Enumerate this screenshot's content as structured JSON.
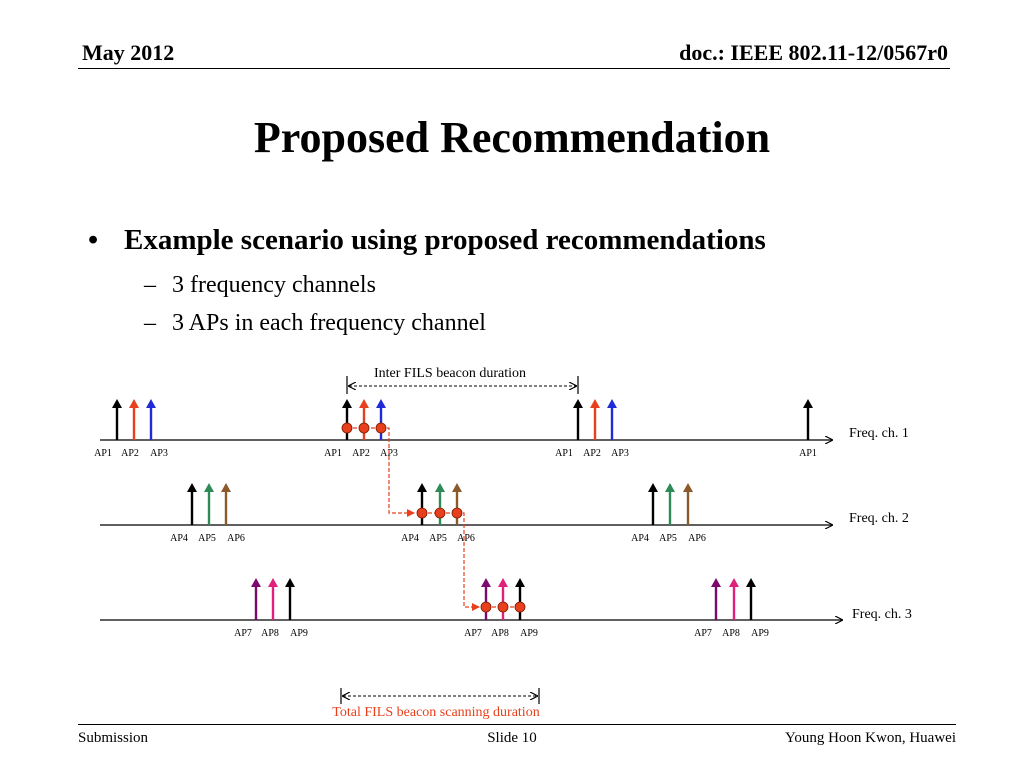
{
  "header": {
    "date": "May 2012",
    "doc_id": "doc.: IEEE 802.11-12/0567r0"
  },
  "title": "Proposed Recommendation",
  "bullets": {
    "main": "Example scenario using proposed recommendations",
    "bullet_symbol": "•",
    "sub_symbol": "–",
    "sub": [
      "3 frequency channels",
      "3 APs in each frequency channel"
    ]
  },
  "diagram": {
    "inter_label": "Inter FILS beacon duration",
    "total_label": "Total FILS beacon scanning duration",
    "channels": [
      {
        "label": "Freq. ch. 1",
        "ap_labels": [
          "AP1",
          "AP2",
          "AP3",
          "AP1",
          "AP2",
          "AP3",
          "AP1",
          "AP2",
          "AP3",
          "AP1"
        ]
      },
      {
        "label": "Freq. ch. 2",
        "ap_labels": [
          "AP4",
          "AP5",
          "AP6",
          "AP4",
          "AP5",
          "AP6",
          "AP4",
          "AP5",
          "AP6"
        ]
      },
      {
        "label": "Freq. ch. 3",
        "ap_labels": [
          "AP7",
          "AP8",
          "AP9",
          "AP7",
          "AP8",
          "AP9",
          "AP7",
          "AP8",
          "AP9"
        ]
      }
    ],
    "colors": {
      "AP1": "#000000",
      "AP2": "#e8401c",
      "AP3": "#1f2bd6",
      "AP4": "#000000",
      "AP5": "#2e8b57",
      "AP6": "#8b5a2b",
      "AP7": "#7a0a6e",
      "AP8": "#e0207a",
      "AP9": "#000000",
      "scan": "#e8401c"
    }
  },
  "footer": {
    "left": "Submission",
    "center": "Slide 10",
    "right": "Young Hoon Kwon, Huawei"
  }
}
